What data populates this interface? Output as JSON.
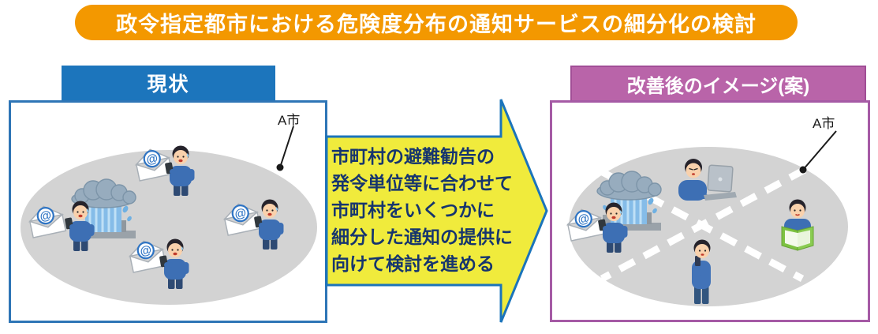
{
  "title": "政令指定都市における危険度分布の通知サービスの細分化の検討",
  "left_panel": {
    "header": "現状",
    "area_label": "A市",
    "description": "city-wide single notification area with rain cloud and four residents receiving the same email"
  },
  "right_panel": {
    "header": "改善後のイメージ(案)",
    "area_label": "A市",
    "description": "city subdivided by dashed lines; only resident in affected zone receives email"
  },
  "arrow": {
    "lines": [
      "市町村の避難勧告の",
      "発令単位等に合わせて",
      "市町村をいくつかに",
      "細分した通知の提供に",
      "向けて検討を進める"
    ]
  },
  "icons": {
    "email_at": "@"
  },
  "colors": {
    "banner_orange": "#F39800",
    "header_blue": "#1C75BC",
    "header_purple": "#B964A9",
    "panel_border_blue": "#2E75B6",
    "panel_border_purple": "#A55AA5",
    "arrow_fill_yellow": "#F0EB3C",
    "arrow_outline_blue": "#1B74BB",
    "arrow_text_navy": "#16356E",
    "city_area_gray": "#D3D3D3"
  }
}
